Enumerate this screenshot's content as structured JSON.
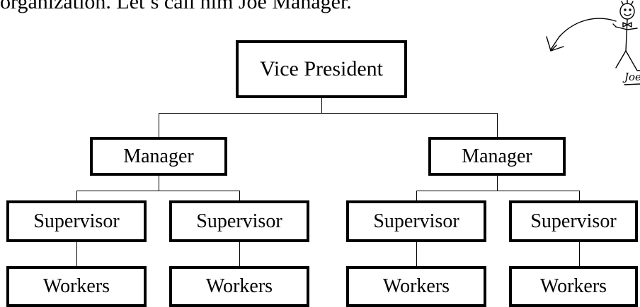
{
  "intro_text": "organization.  Let’s call him Joe Manager.",
  "org_chart": {
    "root": "Vice President",
    "managers": [
      {
        "label": "Manager",
        "supervisors": [
          {
            "label": "Supervisor",
            "workers": "Workers"
          },
          {
            "label": "Supervisor",
            "workers": "Workers"
          }
        ]
      },
      {
        "label": "Manager",
        "supervisors": [
          {
            "label": "Supervisor",
            "workers": "Workers"
          },
          {
            "label": "Supervisor",
            "workers": "Workers"
          }
        ]
      }
    ]
  },
  "sketch": {
    "figure": "stick-figure-icon",
    "arrow": "curved-arrow-icon",
    "label": "Joe"
  }
}
